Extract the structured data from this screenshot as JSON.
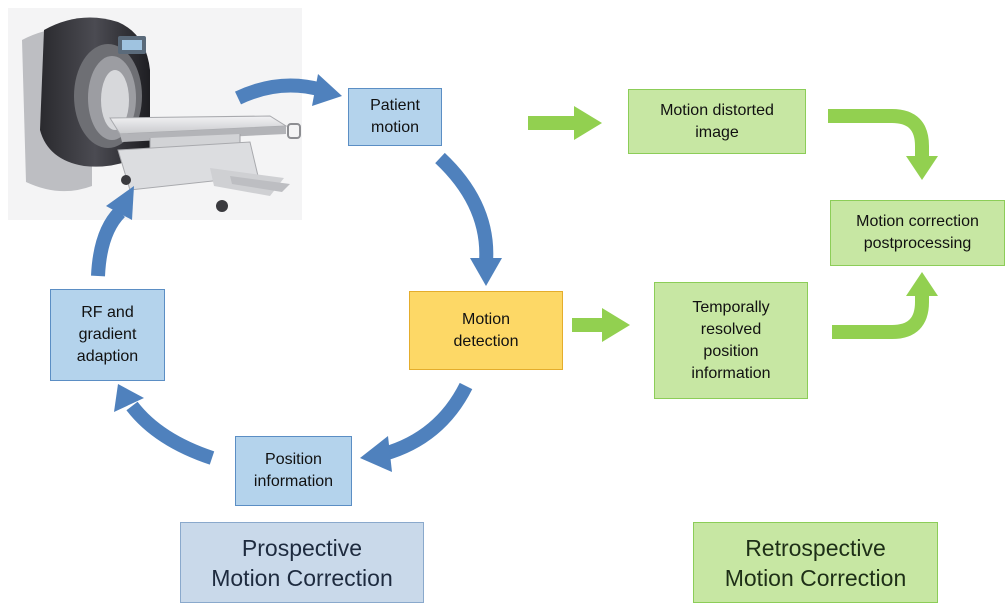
{
  "nodes": {
    "patient_motion": "Patient\nmotion",
    "motion_detection": "Motion\ndetection",
    "position_information": "Position\ninformation",
    "rf_gradient": "RF and\ngradient\nadaption",
    "motion_distorted": "Motion distorted\nimage",
    "temporally_resolved": "Temporally\nresolved\nposition\ninformation",
    "motion_correction_post": "Motion correction\npostprocessing"
  },
  "labels": {
    "prospective": "Prospective\nMotion Correction",
    "retrospective": "Retrospective\nMotion Correction"
  },
  "colors": {
    "cycle_arrow": "#4f81bd",
    "retro_arrow": "#92d050"
  },
  "icons": {
    "scanner": "mri-scanner-image"
  }
}
